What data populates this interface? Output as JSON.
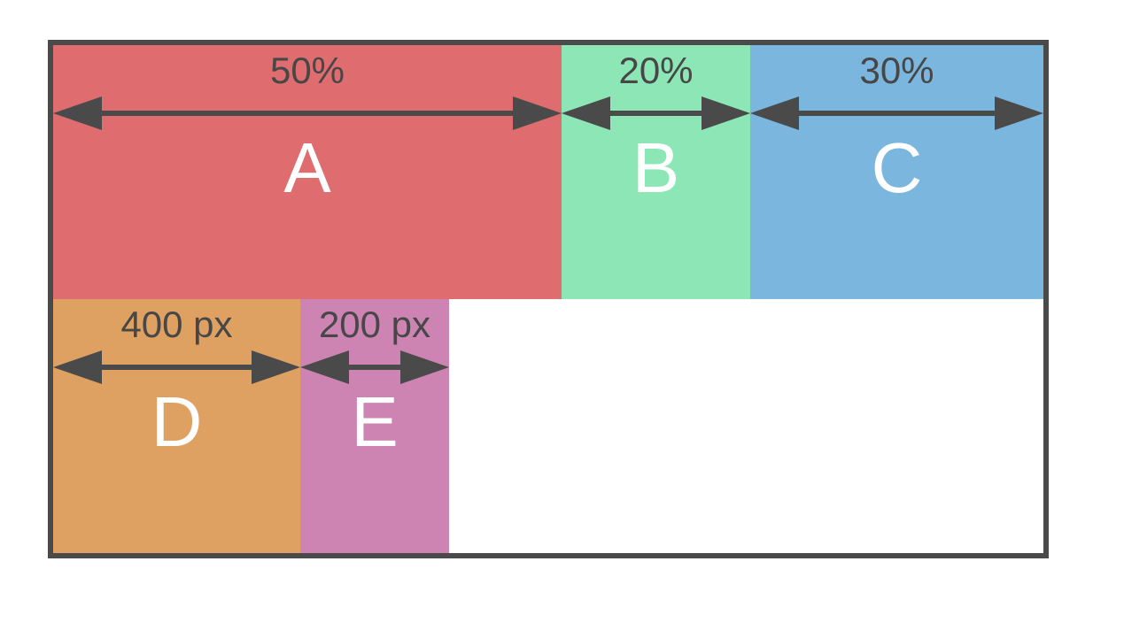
{
  "colors": {
    "outline_and_arrows": "#4a4a4a",
    "label_text": "#474747",
    "letter_text": "#ffffff",
    "background": "#ffffff",
    "block_a": "#df6c6e",
    "block_b": "#8ce6b6",
    "block_c": "#7ab6de",
    "block_d": "#dfa161",
    "block_e": "#cd84b3"
  },
  "rows": [
    {
      "blocks": [
        {
          "letter": "A",
          "width_label": "50%",
          "color": "#df6c6e"
        },
        {
          "letter": "B",
          "width_label": "20%",
          "color": "#8ce6b6"
        },
        {
          "letter": "C",
          "width_label": "30%",
          "color": "#7ab6de"
        }
      ]
    },
    {
      "blocks": [
        {
          "letter": "D",
          "width_label": "400 px",
          "color": "#dfa161"
        },
        {
          "letter": "E",
          "width_label": "200 px",
          "color": "#cd84b3"
        }
      ]
    }
  ]
}
